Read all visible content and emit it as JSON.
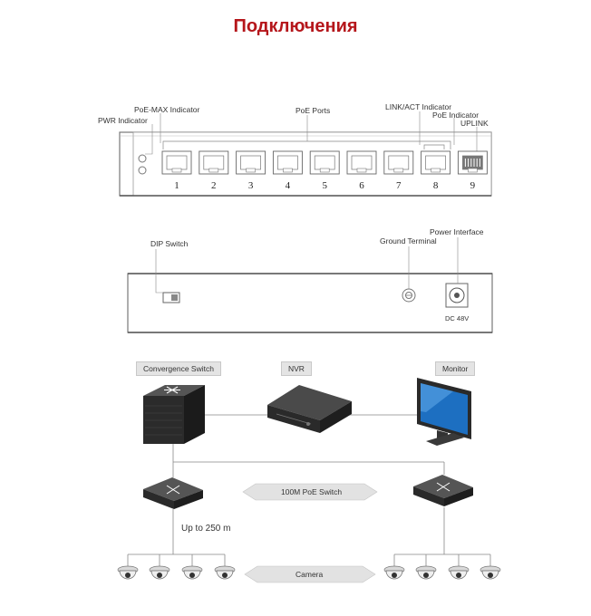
{
  "title": "Подключения",
  "front_panel": {
    "labels": {
      "pwr": "PWR Indicator",
      "poe_max": "PoE-MAX Indicator",
      "poe_ports": "PoE Ports",
      "link_act": "LINK/ACT Indicator",
      "poe_indicator": "PoE Indicator",
      "uplink": "UPLINK"
    },
    "port_numbers": [
      "1",
      "2",
      "3",
      "4",
      "5",
      "6",
      "7",
      "8",
      "9"
    ]
  },
  "rear_panel": {
    "labels": {
      "dip": "DIP Switch",
      "ground": "Ground Terminal",
      "power": "Power Interface",
      "dc": "DC 48V"
    }
  },
  "topology": {
    "convergence_switch": "Convergence Switch",
    "nvr": "NVR",
    "monitor": "Monitor",
    "poe_switch": "100M PoE Switch",
    "distance": "Up to 250 m",
    "camera": "Camera"
  }
}
